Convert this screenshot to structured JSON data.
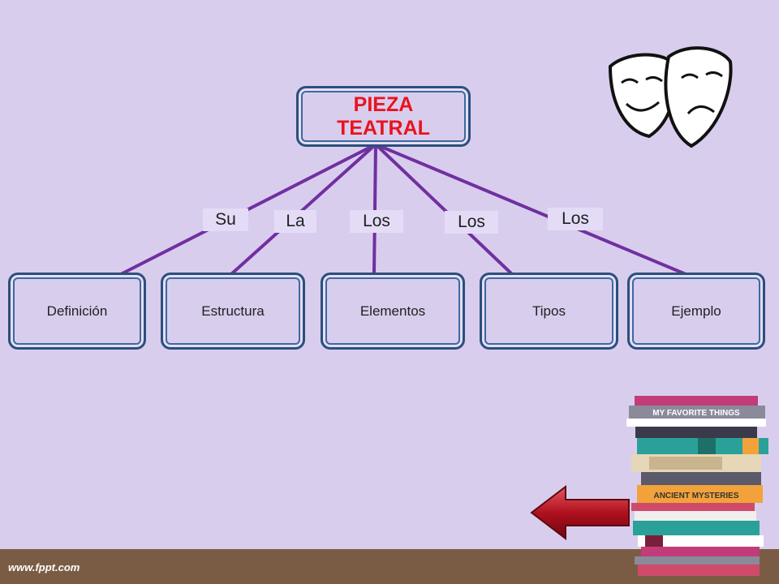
{
  "root": {
    "line1": "PIEZA",
    "line2": "TEATRAL"
  },
  "children": [
    {
      "label": "Definición",
      "connector": "Su"
    },
    {
      "label": "Estructura",
      "connector": "La"
    },
    {
      "label": "Elementos",
      "connector": "Los"
    },
    {
      "label": "Tipos",
      "connector": "Los"
    },
    {
      "label": "Ejemplo",
      "connector": "Los"
    }
  ],
  "books": {
    "top_title": "MY FAVORITE THINGS",
    "mid_title": "ANCIENT MYSTERIES"
  },
  "watermark": "www.fppt.com",
  "colors": {
    "background": "#d9cdee",
    "line": "#7030a0",
    "root_text": "#e8131d",
    "border": "#2c4f7c"
  },
  "icons": [
    "theater-masks-icon",
    "book-stack-icon",
    "red-arrow-left-icon"
  ]
}
